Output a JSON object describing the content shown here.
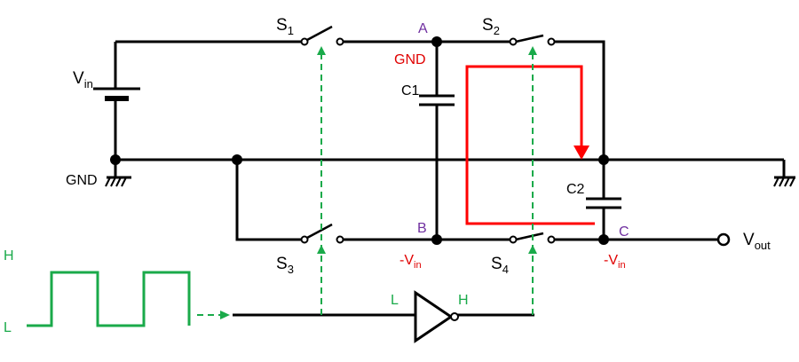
{
  "labels": {
    "vin": {
      "main": "V",
      "sub": "in"
    },
    "vout": {
      "main": "V",
      "sub": "out"
    },
    "gnd_left": "GND",
    "gnd_node": "GND",
    "s1": {
      "main": "S",
      "sub": "1"
    },
    "s2": {
      "main": "S",
      "sub": "2"
    },
    "s3": {
      "main": "S",
      "sub": "3"
    },
    "s4": {
      "main": "S",
      "sub": "4"
    },
    "c1": "C1",
    "c2": "C2",
    "node_a": "A",
    "node_b": "B",
    "node_c": "C",
    "neg_vin_b": {
      "main": "-V",
      "sub": "in"
    },
    "neg_vin_c": {
      "main": "-V",
      "sub": "in"
    },
    "clock_high": "H",
    "clock_low": "L",
    "inv_in": "L",
    "inv_out": "H"
  },
  "colors": {
    "wire": "#000000",
    "control": "#1aaa4a",
    "current_loop": "#ff0000",
    "node_label": "#7030a0",
    "voltage_label": "#e00000"
  }
}
